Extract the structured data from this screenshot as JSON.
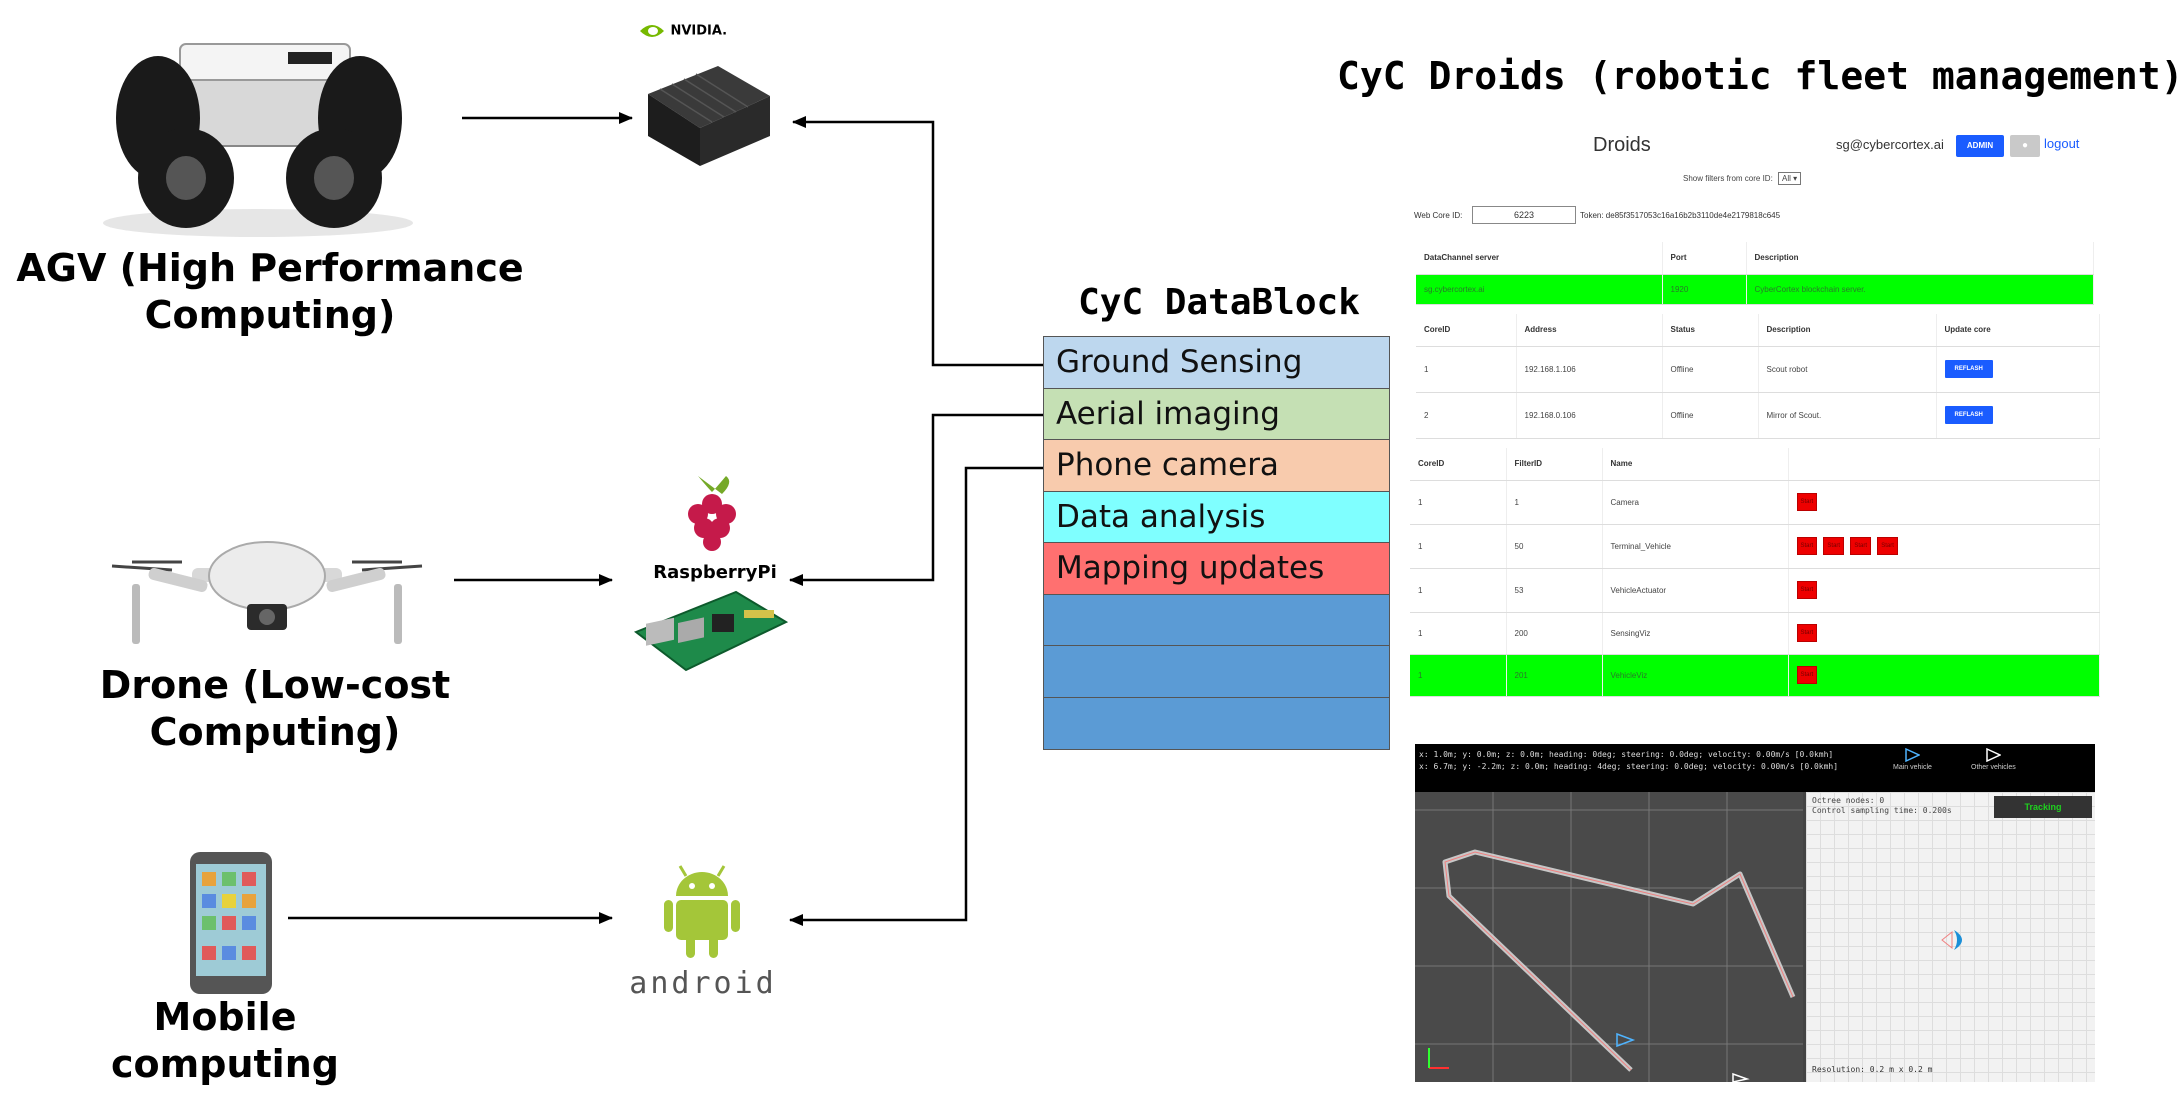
{
  "labels": {
    "agv_line1": "AGV (High Performance",
    "agv_line2": "Computing)",
    "drone_line1": "Drone (Low-cost",
    "drone_line2": "Computing)",
    "mobile_line1": "Mobile",
    "mobile_line2": "computing"
  },
  "logos": {
    "nvidia": "NVIDIA.",
    "raspberry": "RaspberryPi",
    "android": "android"
  },
  "datablock": {
    "title": "CyC DataBlock",
    "rows": [
      {
        "label": "Ground Sensing",
        "color": "#bdd7ee"
      },
      {
        "label": "Aerial imaging",
        "color": "#c5e0b4"
      },
      {
        "label": "Phone camera",
        "color": "#f8cbad"
      },
      {
        "label": "Data analysis",
        "color": "#7fffff"
      },
      {
        "label": "Mapping updates",
        "color": "#ff7070"
      },
      {
        "label": "",
        "color": "#5b9bd5"
      },
      {
        "label": "",
        "color": "#5b9bd5"
      },
      {
        "label": "",
        "color": "#5b9bd5"
      }
    ]
  },
  "droids": {
    "title": "CyC Droids (robotic fleet management)",
    "header": {
      "title": "Droids",
      "email": "sg@cybercortex.ai",
      "admin": "ADMIN",
      "logout": "logout"
    },
    "filter_label": "Show filters from core ID:",
    "filter_value": "All",
    "webcore_label": "Web Core ID:",
    "webcore_value": "6223",
    "token": "Token: de85f3517053c16a16b2b3110de4e2179818c645",
    "datachannel": {
      "headers": [
        "DataChannel server",
        "Port",
        "Description"
      ],
      "row": [
        "sg.cybercortex.ai",
        "1920",
        "CyberCortex blockchain server."
      ]
    },
    "cores": {
      "headers": [
        "CoreID",
        "Address",
        "Status",
        "Description",
        "Update core"
      ],
      "rows": [
        [
          "1",
          "192.168.1.106",
          "Offline",
          "Scout robot",
          "REFLASH"
        ],
        [
          "2",
          "192.168.0.106",
          "Offline",
          "Mirror of Scout.",
          "REFLASH"
        ]
      ]
    },
    "filters": {
      "headers": [
        "CoreID",
        "FilterID",
        "Name",
        ""
      ],
      "rows": [
        [
          "1",
          "1",
          "Camera"
        ],
        [
          "1",
          "50",
          "Terminal_Vehicle"
        ],
        [
          "1",
          "53",
          "VehicleActuator"
        ],
        [
          "1",
          "200",
          "SensingViz"
        ],
        [
          "1",
          "201",
          "VehicleViz"
        ]
      ],
      "button_label": "Start"
    }
  },
  "viz": {
    "line1": "x: 1.0m; y: 0.0m; z: 0.0m; heading: 0deg; steering: 0.0deg; velocity: 0.00m/s [0.0kmh]",
    "line2": "x: 6.7m; y: -2.2m; z: 0.0m; heading: 4deg; steering: 0.0deg; velocity: 0.00m/s [0.0kmh]",
    "legend_main": "Main vehicle",
    "legend_other": "Other vehicles",
    "octree": "Octree nodes: 0",
    "sampling": "Control sampling time: 0.200s",
    "tracking": "Tracking",
    "resolution": "Resolution: 0.2 m x 0.2 m"
  }
}
